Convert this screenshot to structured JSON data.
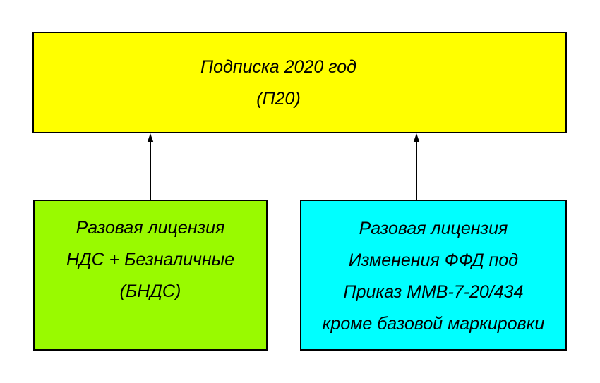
{
  "colors": {
    "background": "#ffffff",
    "line": "#000000",
    "text": "#000000",
    "subscription_fill": "#ffff00",
    "license_bnds_fill": "#99fa00",
    "license_ffd_fill": "#00ffff"
  },
  "boxes": [
    {
      "id": "subscription-2020",
      "lines": [
        "Подписка 2020 год",
        "(П20)"
      ]
    },
    {
      "id": "license-bnds",
      "lines": [
        "Разовая лицензия",
        "НДС + Безналичные",
        "(БНДС)"
      ]
    },
    {
      "id": "license-ffd-434",
      "lines": [
        "Разовая лицензия",
        "Изменения ФФД под",
        "Приказ ММВ-7-20/434",
        "кроме базовой маркировки"
      ]
    }
  ],
  "arrows": [
    {
      "from": "license-bnds",
      "to": "subscription-2020"
    },
    {
      "from": "license-ffd-434",
      "to": "subscription-2020"
    }
  ]
}
